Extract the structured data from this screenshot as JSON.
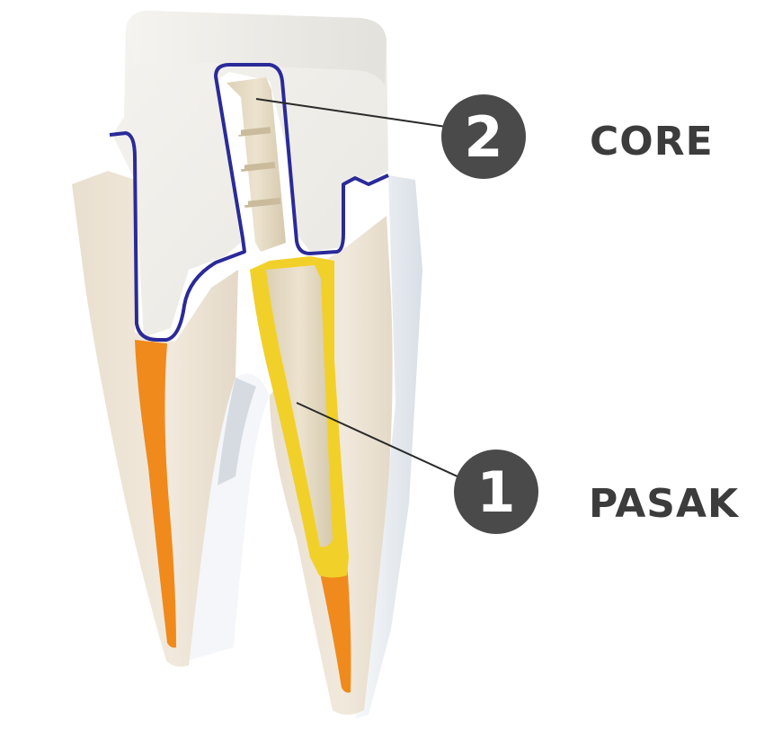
{
  "labels": [
    {
      "number": "2",
      "text": "CORE"
    },
    {
      "number": "1",
      "text": "PASAK"
    }
  ],
  "colors": {
    "badge": "#4a4a4a",
    "label_text": "#3c3c3c",
    "leader_line": "#2a2a2a",
    "core_outline": "#2a2a9a",
    "post_fill": "#e6dcc6",
    "cement_yellow": "#f2d02a",
    "root_canal_orange": "#f08a1c",
    "dentin": "#eee6d8",
    "core_material": "#f1efe9",
    "shadow": "#d8dde2"
  }
}
